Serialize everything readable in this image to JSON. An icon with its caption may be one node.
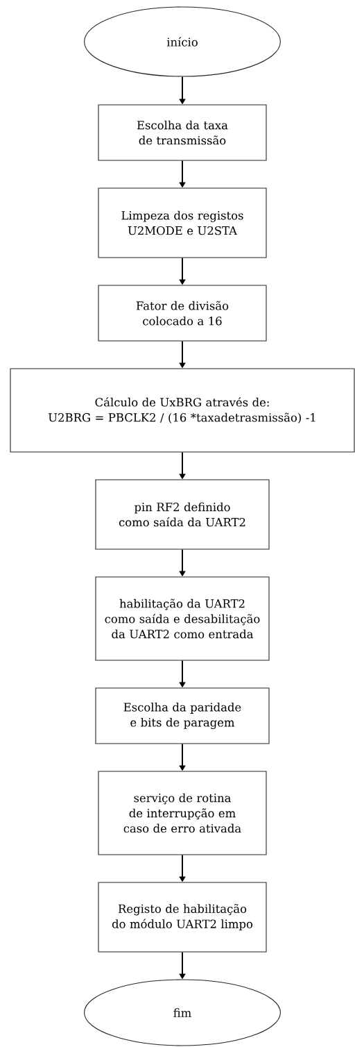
{
  "diagram": {
    "nodes": [
      {
        "text": [
          "início"
        ]
      },
      {
        "text": [
          "Escolha da taxa de transmissão"
        ]
      },
      {
        "text": [
          "Limpeza dos registos U2MODE e U2STA"
        ]
      },
      {
        "text": [
          "Fator de divisão colocado a 16"
        ]
      },
      {
        "text": [
          "Cálculo de UxBRG  através de:",
          "U2BRG = PBCLK2 / (16 *taxadetrasmissão) -1"
        ]
      },
      {
        "text": [
          "pin RF2 definido como saída da UART2"
        ]
      },
      {
        "text": [
          "habilitação da UART2 como saída e desabilitação da UART2 como entrada"
        ]
      },
      {
        "text": [
          "Escolha da paridade e bits de paragem"
        ]
      },
      {
        "text": [
          "serviço de rotina de interrupção em caso de erro ativada"
        ]
      },
      {
        "text": [
          "Registo de habilitação do módulo UART2 limpo"
        ]
      },
      {
        "text": [
          "fim"
        ]
      }
    ],
    "edges": [
      {
        "from": 0,
        "to": 1,
        "arrow": "to"
      },
      {
        "from": 1,
        "to": 2,
        "arrow": "to"
      },
      {
        "from": 2,
        "to": 3,
        "arrow": "to"
      },
      {
        "from": 3,
        "to": 4,
        "arrow": "to"
      },
      {
        "from": 4,
        "to": 5,
        "arrow": "to"
      },
      {
        "from": 5,
        "to": 6,
        "arrow": "to"
      },
      {
        "from": 6,
        "to": 7,
        "arrow": "to"
      },
      {
        "from": 7,
        "to": 8,
        "arrow": "to"
      },
      {
        "from": 8,
        "to": 9,
        "arrow": "to"
      },
      {
        "from": 9,
        "to": 10,
        "arrow": "to"
      }
    ]
  }
}
